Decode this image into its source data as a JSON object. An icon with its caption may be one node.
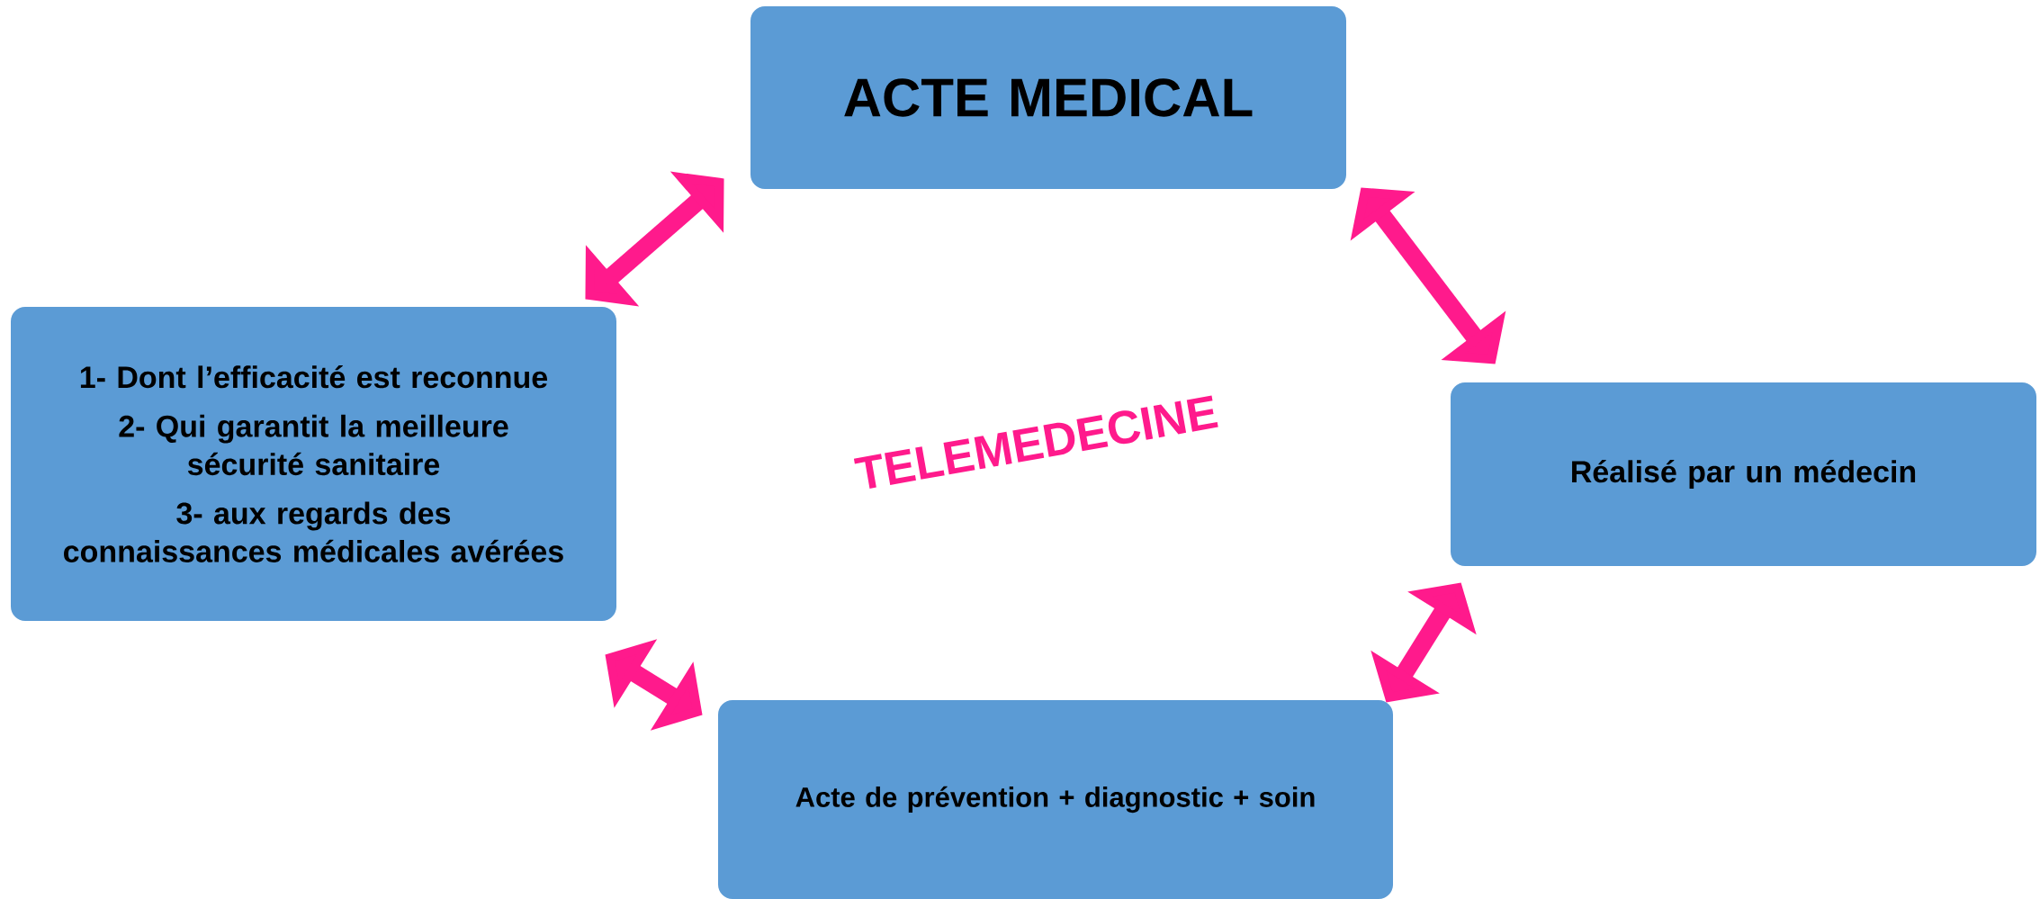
{
  "diagram": {
    "nodes": [
      {
        "text": [
          "ACTE MEDICAL"
        ]
      },
      {
        "text": [
          "1- Dont l’efficacité est reconnue",
          "2- Qui garantit la meilleure sécurité sanitaire",
          "3- aux regards des connaissances médicales avérées"
        ]
      },
      {
        "text": [
          "Réalisé par un médecin"
        ]
      },
      {
        "text": [
          "Acte de prévention + diagnostic + soin"
        ]
      }
    ],
    "edges": [
      {
        "from": 1,
        "to": 0,
        "arrow": "both"
      },
      {
        "from": 0,
        "to": 2,
        "arrow": "both"
      },
      {
        "from": 1,
        "to": 3,
        "arrow": "both"
      },
      {
        "from": 3,
        "to": 2,
        "arrow": "both"
      }
    ],
    "labels": [
      "TELEMEDECINE"
    ]
  }
}
